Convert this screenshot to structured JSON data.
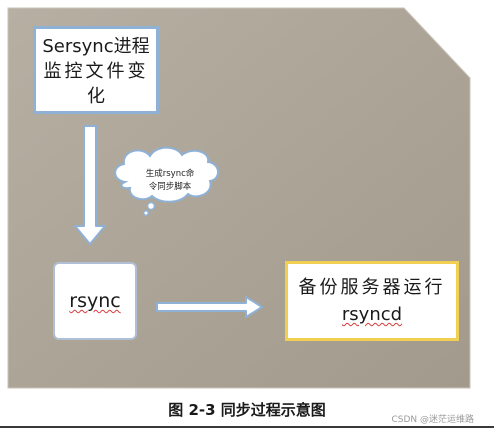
{
  "diagram": {
    "nodes": {
      "sersync": {
        "line1": "Sersync进程",
        "line2": "监控文件变",
        "line3": "化"
      },
      "callout": {
        "line1": "生成rsync命",
        "line2": "令同步脚本"
      },
      "rsync": {
        "label": "rsync"
      },
      "backup_server": {
        "line1": "备份服务器运行",
        "line2": "rsyncd"
      }
    },
    "edges": [
      {
        "from": "sersync",
        "to": "rsync"
      },
      {
        "from": "rsync",
        "to": "backup_server"
      }
    ]
  },
  "caption": "图 2-3  同步过程示意图",
  "watermark": "CSDN @迷茫运维路",
  "colors": {
    "background_fill": "#aea699",
    "sersync_border": "#8fb1d6",
    "rsyncd_border": "#f1cf53",
    "arrow_fill": "#ffffff",
    "arrow_stroke": "#8fb1d6"
  }
}
